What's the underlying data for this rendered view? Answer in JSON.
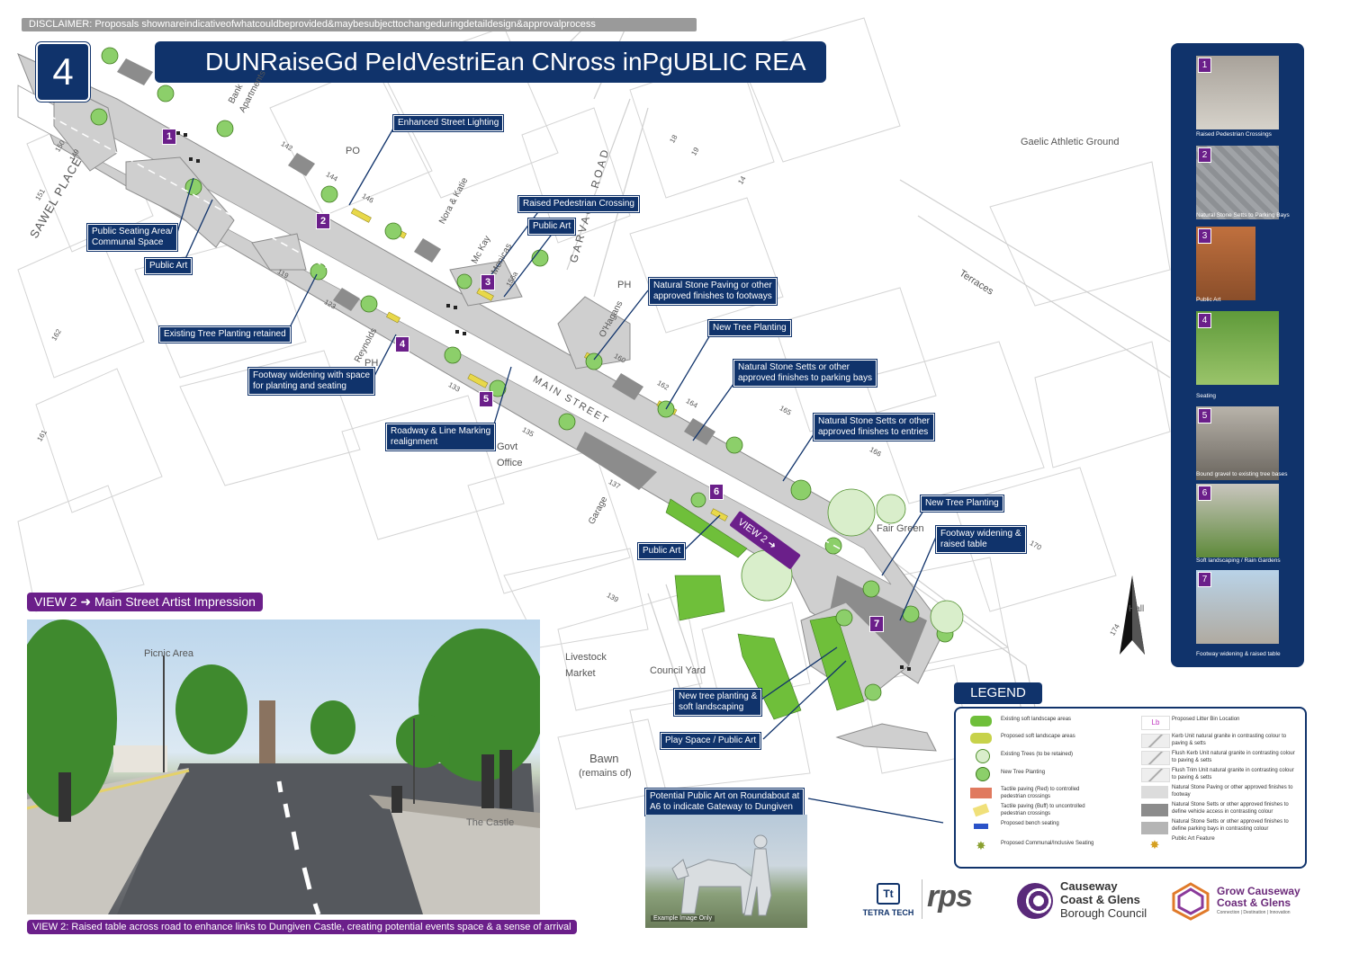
{
  "disclaimer": "DISCLAIMER: Proposals shownareindicativeofwhatcouldbeprovided&maybesubjecttochangeduringdetaildesign&approvalprocess",
  "sheet_number": "4",
  "title": "DUNRaiseGd PeIdVestriEan CNross inPgUBLIC REA",
  "colors": {
    "navy": "#10336b",
    "purple": "#6b1f8a",
    "green": "#6fbf3a",
    "yellow": "#e8d84a",
    "grey": "#c9c9c9",
    "darkgrey": "#8c8c8c"
  },
  "callouts": {
    "enhanced_lighting": "Enhanced Street Lighting",
    "raised_crossing": "Raised Pedestrian Crossing",
    "public_art_1": "Public Art",
    "seating_area_1": "Public Seating Area/",
    "seating_area_2": "Communal Space",
    "public_art_2": "Public Art",
    "natural_stone_1": "Natural Stone Paving or other",
    "natural_stone_2": "approved finishes to footways",
    "new_tree_1": "New Tree Planting",
    "existing_tree": "Existing Tree Planting retained",
    "setts_bays_1": "Natural Stone Setts or other",
    "setts_bays_2": "approved finishes to parking bays",
    "footway_widen_1": "Footway widening with space",
    "footway_widen_2": "for planting and seating",
    "setts_entries_1": "Natural Stone Setts or other",
    "setts_entries_2": "approved finishes to entries",
    "roadway_1": "Roadway & Line Marking",
    "roadway_2": "realignment",
    "new_tree_2": "New Tree Planting",
    "footway_table_1": "Footway widening &",
    "footway_table_2": "raised table",
    "public_art_3": "Public Art",
    "soft_landscape_1": "New tree planting &",
    "soft_landscape_2": "soft landscaping",
    "play_space": "Play Space / Public Art",
    "roundabout_1": "Potential Public Art on Roundabout at",
    "roundabout_2": "A6 to indicate Gateway to Dungiven"
  },
  "map_numbers": [
    "1",
    "2",
    "3",
    "4",
    "5",
    "6",
    "7"
  ],
  "map_labels": {
    "sawel": "SAWEL PLACE",
    "po": "PO",
    "gaelic": "Gaelic Athletic Ground",
    "garvagh": "GARVAGH ROAD",
    "terraces": "Terraces",
    "main_street": "MAIN STREET",
    "ph1": "PH",
    "ph2": "PH",
    "govt": "Govt",
    "office": "Office",
    "fair_green": "Fair Green",
    "livestock": "Livestock",
    "market": "Market",
    "council_yard": "Council Yard",
    "bawn": "Bawn",
    "remains": "(remains of)",
    "garage": "Garage",
    "ohagans": "O'Hagans",
    "mckay": "Mc Kay",
    "monicas": "Monicas",
    "reynolds": "Reynolds",
    "nora": "Nora & Katie",
    "bank": "Bank",
    "apartments": "Apartments",
    "hall": "Hall",
    "view2_arrow": "VIEW 2"
  },
  "house_numbers": [
    "150",
    "149",
    "151",
    "162",
    "161",
    "142",
    "144",
    "146",
    "119",
    "123",
    "133",
    "135",
    "137",
    "139",
    "160",
    "162",
    "164",
    "165",
    "166",
    "170",
    "174",
    "156a",
    "18",
    "19",
    "14"
  ],
  "view2": {
    "tag": "VIEW 2",
    "tag_text": "Main Street Artist Impression",
    "caption": "VIEW 2: Raised table across road to enhance links to Dungiven Castle, creating potential events space & a sense of arrival",
    "picnic": "Picnic Area",
    "castle": "The Castle"
  },
  "example_image": "Example Image Only",
  "side_panel": [
    {
      "n": "1",
      "caption": "Raised Pedestrian Crossings"
    },
    {
      "n": "2",
      "caption": "Natural Stone Setts to Parking Bays"
    },
    {
      "n": "3",
      "caption": "Public Art"
    },
    {
      "n": "4",
      "caption": "Seating"
    },
    {
      "n": "5",
      "caption": "Bound gravel to existing tree bases"
    },
    {
      "n": "6",
      "caption": "Soft landscaping / Rain Gardens"
    },
    {
      "n": "7",
      "caption": "Footway widening & raised table"
    }
  ],
  "legend": {
    "title": "LEGEND",
    "left": [
      "Existing soft landscape areas",
      "Proposed soft landscape areas",
      "Existing Trees (to be retained)",
      "New Tree Planting",
      "Tactile paving (Red) to controlled pedestrian crossings",
      "Tactile paving (Buff) to uncontrolled pedestrian crossings",
      "Proposed bench seating",
      "Proposed Communal/Inclusive Seating"
    ],
    "right": [
      "Proposed Litter Bin Location",
      "Kerb Unit natural granite in contrasting colour to paving & setts",
      "Flush Kerb Unit natural granite in contrasting colour to paving & setts",
      "Flush Trim Unit natural granite in contrasting colour to paving & setts",
      "Natural Stone Paving or other approved finishes to footway",
      "Natural Stone Setts or other approved finishes to define vehicle access in contrasting colour",
      "Natural Stone Setts or other approved finishes to define parking bays in contrasting colour",
      "Public Art Feature"
    ]
  },
  "logos": {
    "tetra": "TETRA TECH",
    "rps": "rps",
    "ccg_1": "Causeway",
    "ccg_2": "Coast & Glens",
    "ccg_3": "Borough Council",
    "grow_1": "Grow Causeway",
    "grow_2": "Coast & Glens",
    "grow_3": "Connection | Destination | Innovation"
  }
}
